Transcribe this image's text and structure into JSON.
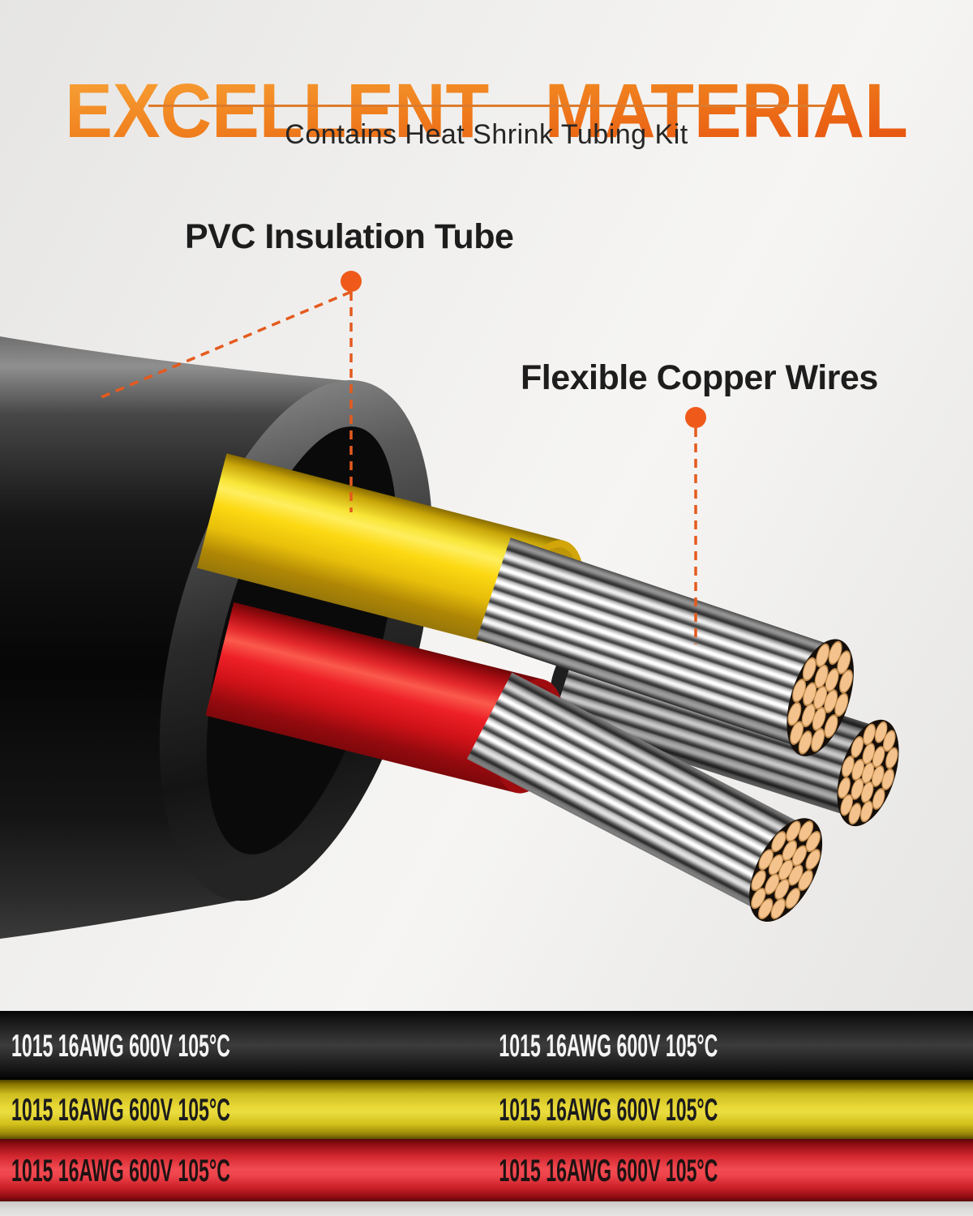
{
  "header": {
    "title": "EXCELLENT MATERIAL",
    "subtitle": "Contains Heat Shrink Tubing Kit"
  },
  "callouts": {
    "pvc": {
      "label": "PVC Insulation Tube"
    },
    "copper": {
      "label": "Flexible Copper Wires"
    }
  },
  "wire_bands": [
    {
      "color_name": "black",
      "marking": "1015 16AWG 600V 105°C"
    },
    {
      "color_name": "yellow",
      "marking": "1015 16AWG 600V 105°C"
    },
    {
      "color_name": "red",
      "marking": "1015 16AWG 600V 105°C"
    }
  ],
  "palette": {
    "accent_orange": "#ef5a1a",
    "underline": "#dd7b2c",
    "title_gradient_top": "#f8a438",
    "title_gradient_bottom": "#e7520e",
    "wire_yellow": "#fcd913",
    "wire_red": "#ee2027",
    "tube_black": "#101010",
    "copper_strand_face": "#f4c38d",
    "strand_silver": "#e8e8e8"
  }
}
